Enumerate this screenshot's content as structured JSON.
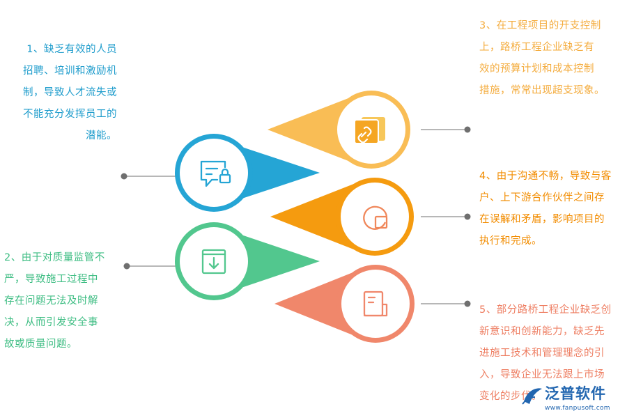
{
  "items": [
    {
      "id": "recruitment",
      "color": "#25a5d5",
      "text_color": "#1e9ccc",
      "icon": "chat-lock-icon",
      "lines": [
        "1、缺乏有效的人员",
        "招聘、培训和激励机",
        "制，导致人才流失或",
        "不能充分发挥员工的",
        "潜能。"
      ]
    },
    {
      "id": "quality",
      "color": "#52c78e",
      "text_color": "#3ebd83",
      "icon": "inbox-download-icon",
      "lines": [
        "2、由于对质量监管不",
        "严，导致施工过程中",
        "存在问题无法及时解",
        "决，从而引发安全事",
        "故或质量问题。"
      ]
    },
    {
      "id": "cost",
      "color": "#f9bd55",
      "text_color": "#f4ac3e",
      "icon": "link-icon",
      "lines": [
        "3、在工程项目的开支控制",
        "上，路桥工程企业缺乏有",
        "效的预算计划和成本控制",
        "措施，常常出现超支现象。"
      ]
    },
    {
      "id": "communication",
      "color": "#f59b0f",
      "text_color": "#f28c00",
      "icon": "chart-square-icon",
      "lines": [
        "4、由于沟通不畅，导致与客",
        "户、上下游合作伙伴之间存",
        "在误解和矛盾，影响项目的",
        "执行和完成。"
      ]
    },
    {
      "id": "innovation",
      "color": "#f0876b",
      "text_color": "#ee7e62",
      "icon": "document-icon",
      "lines": [
        "5、部分路桥工程企业缺乏创",
        "新意识和创新能力，缺乏先",
        "进施工技术和管理理念的引",
        "入，导致企业无法跟上市场",
        "变化的步伐。"
      ]
    }
  ],
  "brand": {
    "name": "泛普软件",
    "url": "www.fanpusoft.com",
    "color": "#2266b0"
  }
}
